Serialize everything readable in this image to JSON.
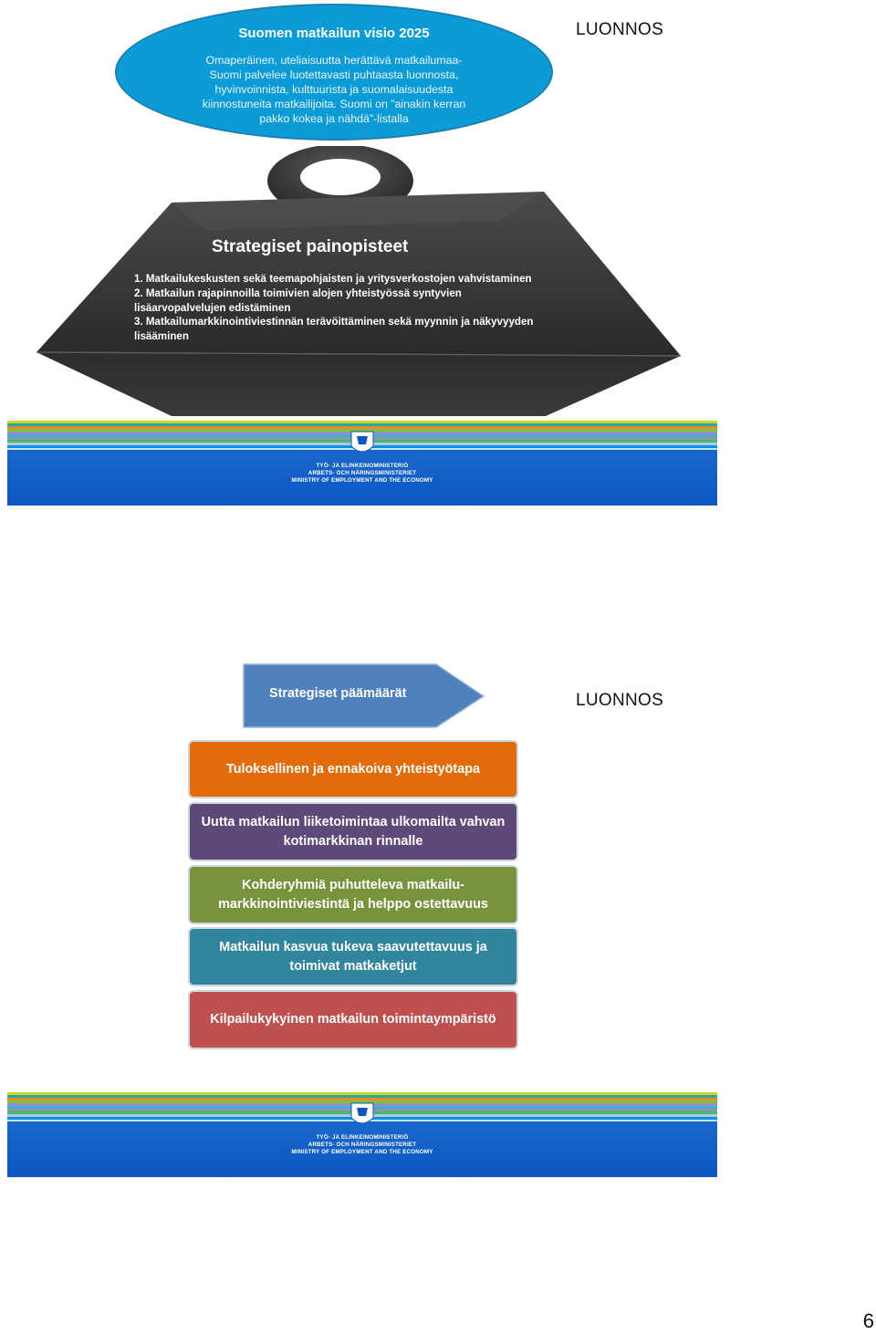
{
  "slide1": {
    "draft_label": "LUONNOS",
    "vision": {
      "title": "Suomen matkailun visio 2025",
      "lines": [
        "Omaperäinen, uteliaisuutta herättävä matkailumaa-",
        "Suomi palvelee luotettavasti puhtaasta luonnosta,",
        "hyvinvoinnista, kulttuurista ja suomalaisuudesta",
        "kiinnostuneita matkailijoita. Suomi on ”ainakin kerran",
        "pakko kokea ja nähdä”-listalla"
      ]
    },
    "weight": {
      "title": "Strategiset painopisteet",
      "lines": [
        "1. Matkailukeskusten sekä teemapohjaisten ja yritysverkostojen vahvistaminen",
        "2. Matkailun rajapinnoilla toimivien alojen yhteistyössä syntyvien",
        "lisäarvopalvelujen  edistäminen",
        "3. Matkailumarkkinointiviestinnän terävöittäminen sekä myynnin ja näkyvyyden",
        "lisääminen"
      ]
    }
  },
  "ministry": {
    "lines": [
      "TYÖ- JA ELINKEINOMINISTERIÖ",
      "ARBETS- OCH NÄRINGSMINISTERIET",
      "MINISTRY OF EMPLOYMENT AND THE ECONOMY"
    ]
  },
  "slide2": {
    "draft_label": "LUONNOS",
    "arrow_label": "Strategiset päämäärät",
    "goals": [
      {
        "text": "Tuloksellinen ja ennakoiva yhteistyötapa",
        "color": "#e36c0a"
      },
      {
        "text": "Uutta matkailun liiketoimintaa ulkomailta vahvan kotimarkkinan rinnalle",
        "color": "#5f497a"
      },
      {
        "text": "Kohderyhmiä puhutteleva matkailu-markkinointiviestintä ja helppo ostettavuus",
        "color": "#77933c"
      },
      {
        "text": "Matkailun kasvua tukeva saavutettavuus ja toimivat matkaketjut",
        "color": "#31859c"
      },
      {
        "text": "Kilpailukykyinen matkailun toimintaympäristö",
        "color": "#c0504d"
      }
    ]
  },
  "page_number": "6"
}
